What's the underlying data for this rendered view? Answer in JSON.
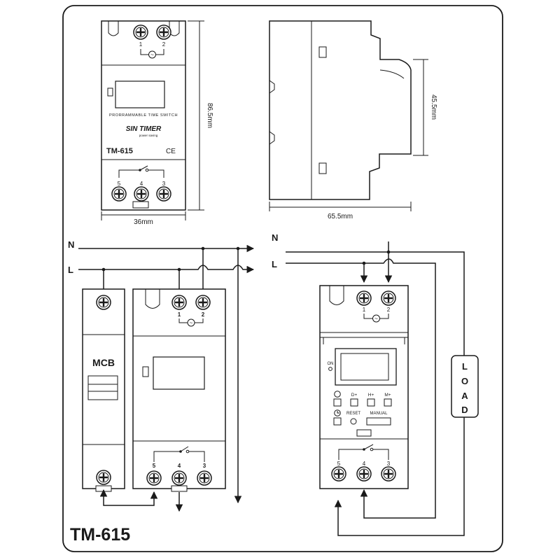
{
  "front_view": {
    "terminal_top_1": "1",
    "terminal_top_2": "2",
    "ac_symbol": "~",
    "product_line": "PRORRAMMABLE TIME SWITCH",
    "brand": "SIN TIMER",
    "brand_tagline": "power saving",
    "model": "TM-615",
    "ce_mark": "CE",
    "terminal_5": "5",
    "terminal_4": "4",
    "terminal_3": "3",
    "height_dim": "86.5mm",
    "width_dim": "36mm"
  },
  "side_view": {
    "depth_dim": "65.5mm",
    "height_dim": "45.5mm"
  },
  "wiring_left": {
    "line_n": "N",
    "line_l": "L",
    "mcb_label": "MCB",
    "terminal_1": "1",
    "terminal_2": "2",
    "terminal_5": "5",
    "terminal_4": "4",
    "terminal_3": "3",
    "ac_symbol": "~"
  },
  "wiring_right": {
    "line_n": "N",
    "line_l": "L",
    "load_letters": [
      "L",
      "O",
      "A",
      "D"
    ],
    "terminal_1": "1",
    "terminal_2": "2",
    "terminal_5": "5",
    "terminal_4": "4",
    "terminal_3": "3",
    "ac_symbol": "~",
    "on_label": "ON",
    "btn_d": "D+",
    "btn_h": "H+",
    "btn_m": "M+",
    "reset_label": "RESET",
    "manual_label": "MANUAL"
  },
  "footer": {
    "model_title": "TM-615"
  }
}
